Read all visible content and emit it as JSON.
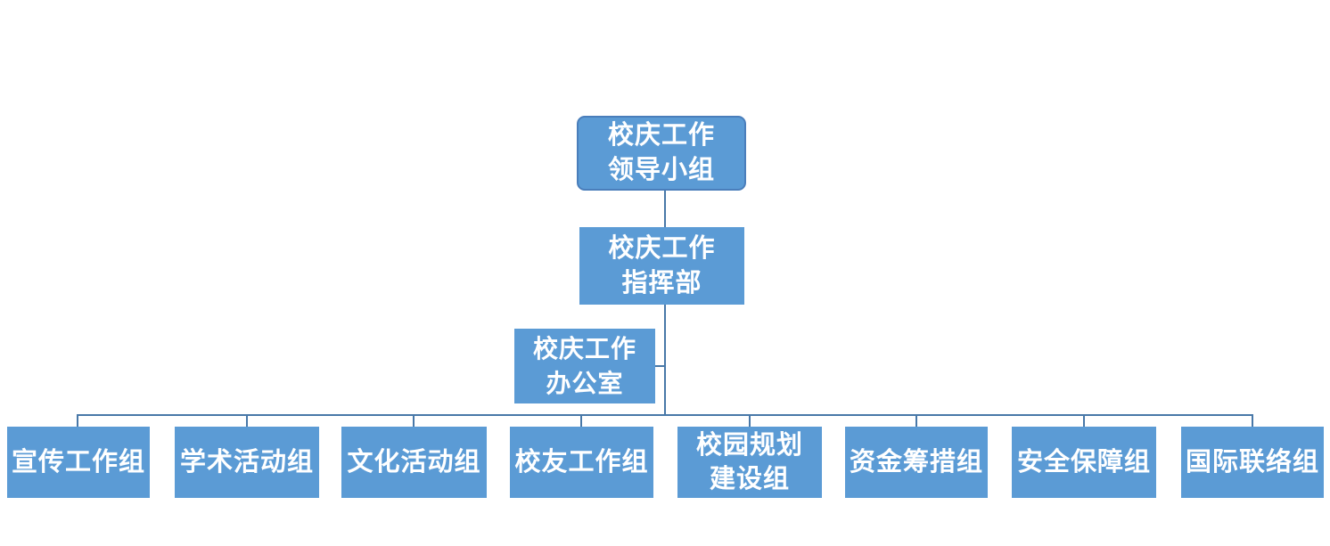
{
  "colors": {
    "canvas_bg": "#FFFFFF",
    "box_fill": "#5B9BD5",
    "box_border": "#4A7EBB",
    "box_text": "#FFFFFF",
    "connector": "#4878A8"
  },
  "org_chart": {
    "root": {
      "label": "校庆工作领导小组",
      "label_lines": [
        "校庆工作",
        "领导小组"
      ]
    },
    "command": {
      "label": "校庆工作指挥部",
      "label_lines": [
        "校庆工作",
        "指挥部"
      ]
    },
    "office": {
      "label": "校庆工作办公室",
      "label_lines": [
        "校庆工作",
        "办公室"
      ]
    },
    "groups": [
      {
        "label": "宣传工作组",
        "label_lines": [
          "宣传工作组"
        ]
      },
      {
        "label": "学术活动组",
        "label_lines": [
          "学术活动组"
        ]
      },
      {
        "label": "文化活动组",
        "label_lines": [
          "文化活动组"
        ]
      },
      {
        "label": "校友工作组",
        "label_lines": [
          "校友工作组"
        ]
      },
      {
        "label": "校园规划建设组",
        "label_lines": [
          "校园规划",
          "建设组"
        ]
      },
      {
        "label": "资金筹措组",
        "label_lines": [
          "资金筹措组"
        ]
      },
      {
        "label": "安全保障组",
        "label_lines": [
          "安全保障组"
        ]
      },
      {
        "label": "国际联络组",
        "label_lines": [
          "国际联络组"
        ]
      }
    ]
  }
}
